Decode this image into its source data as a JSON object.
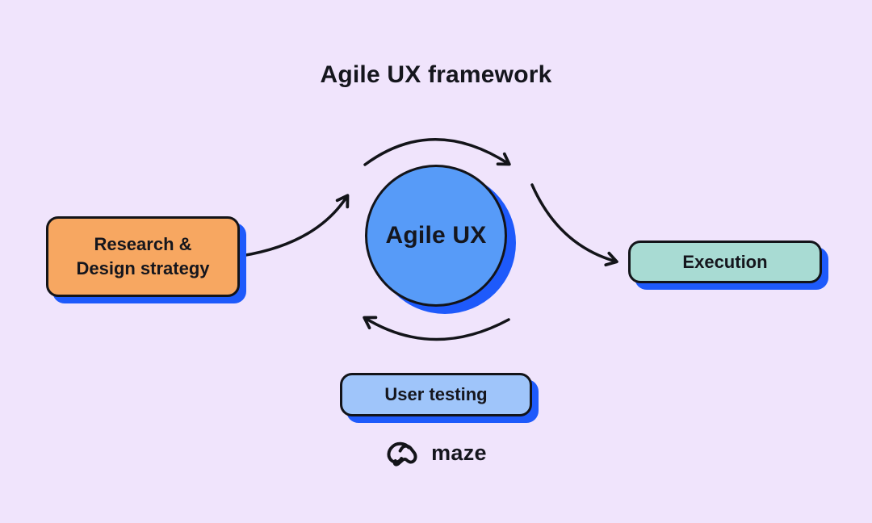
{
  "title": "Agile UX framework",
  "center": {
    "label": "Agile UX"
  },
  "nodes": {
    "research": {
      "line1": "Research &",
      "line2": "Design strategy"
    },
    "execution": {
      "label": "Execution"
    },
    "user_testing": {
      "label": "User testing"
    }
  },
  "footer": {
    "brand": "maze"
  },
  "icons": {
    "brand_mark": "maze-infinity-mark",
    "arrows": "cycle-arrows"
  },
  "colors": {
    "bg": "#F0E4FC",
    "text": "#15161D",
    "outline": "#131419",
    "shadow": "#1E5AFB",
    "circle-fill": "#579BF8",
    "research-fill": "#F7A761",
    "execution-fill": "#A8DBD3",
    "testing-fill": "#9FC5FA"
  }
}
